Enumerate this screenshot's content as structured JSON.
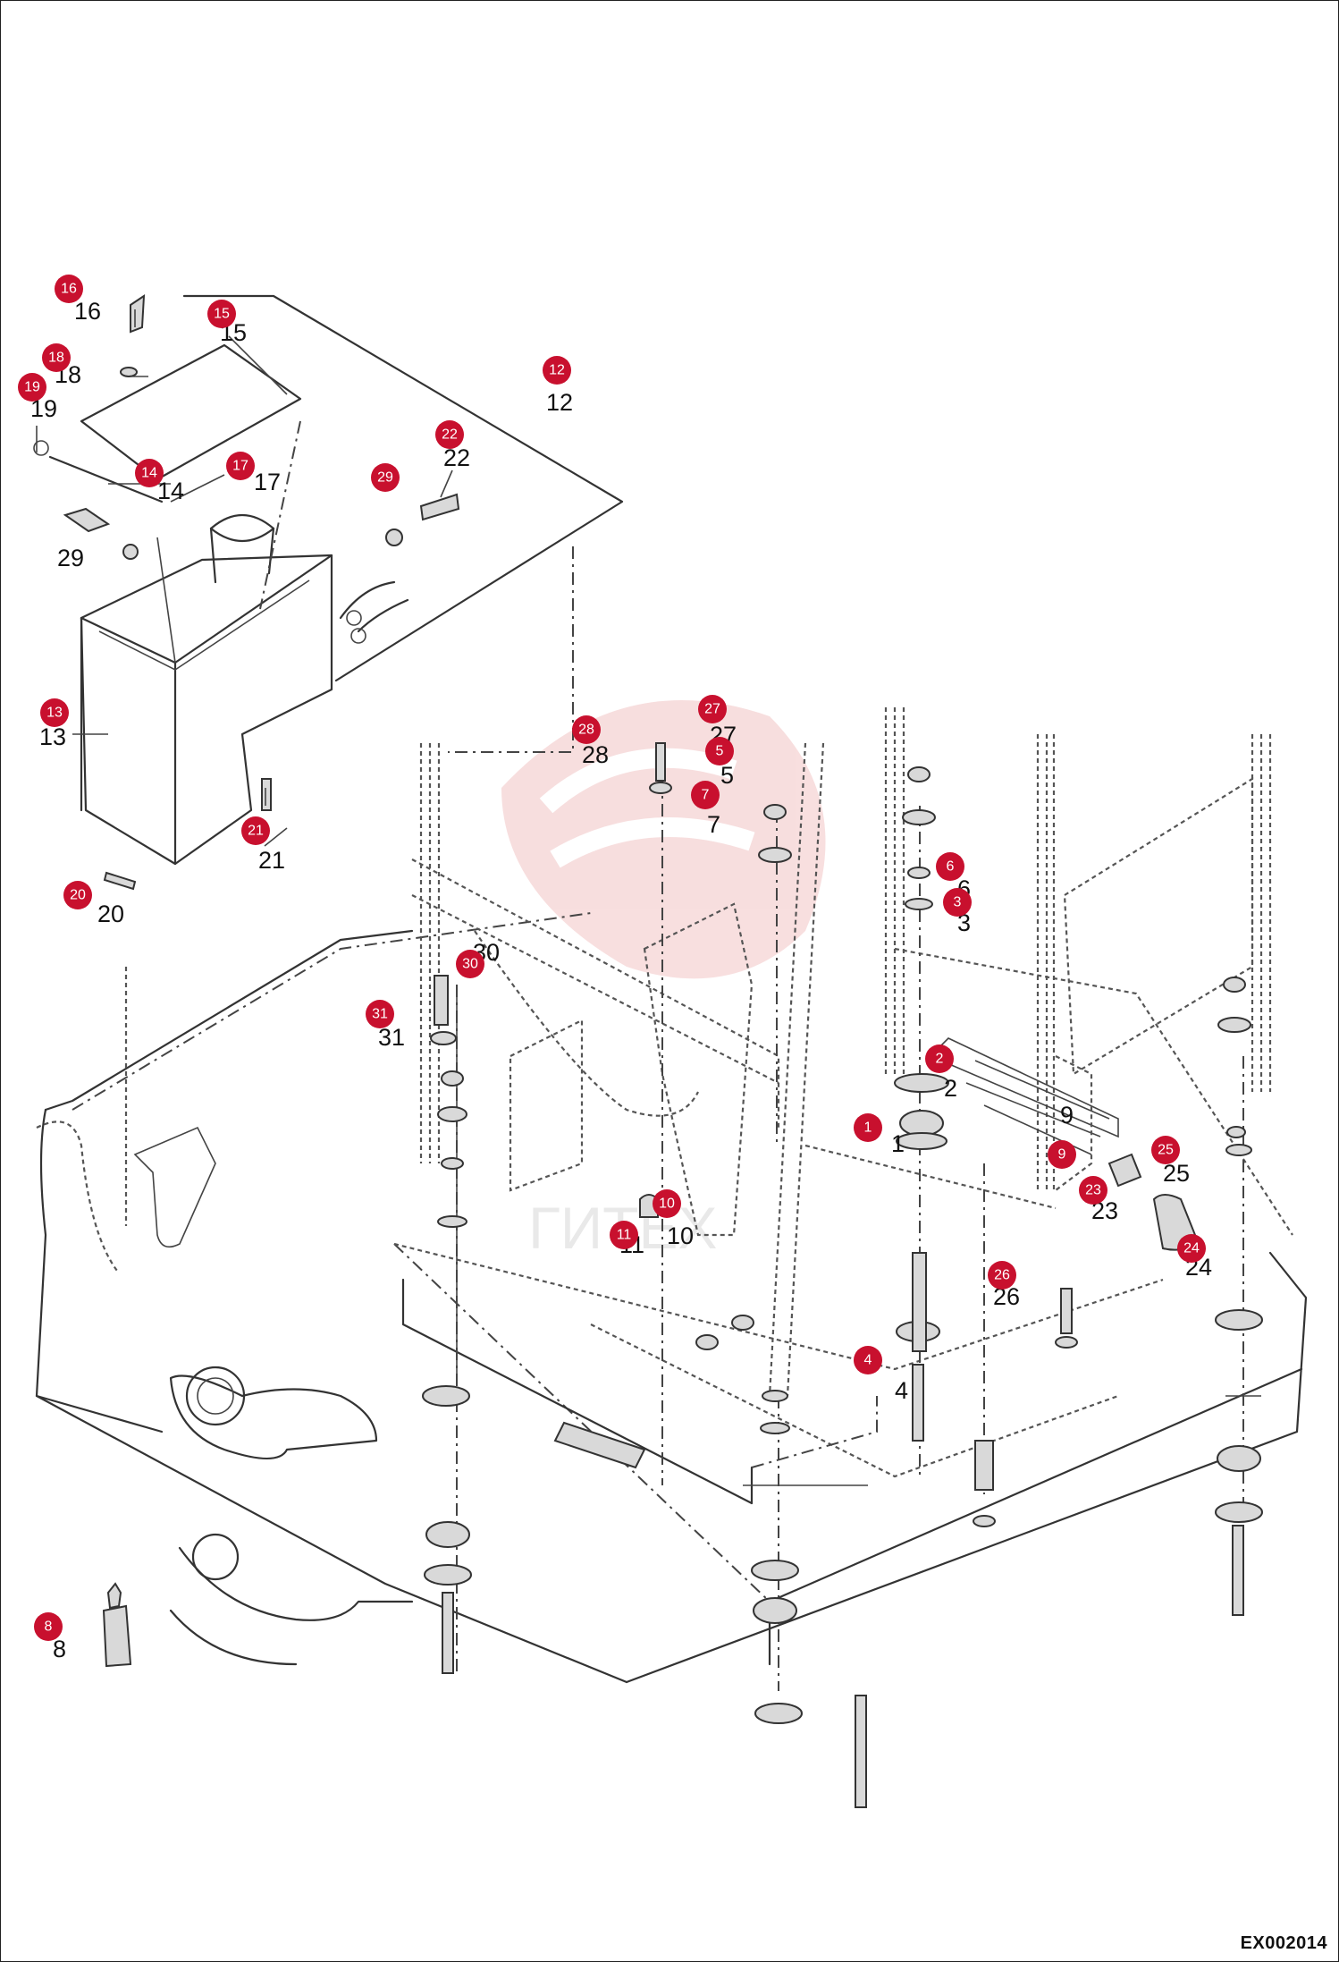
{
  "diagram_code": "EX002014",
  "watermark_text": "ГИТЕХ",
  "colors": {
    "callout": "#c8102e",
    "watermark": "#e8a0a0",
    "line": "#333333"
  },
  "callouts": [
    {
      "id": "16",
      "label": "16"
    },
    {
      "id": "15",
      "label": "15"
    },
    {
      "id": "12",
      "label": "12"
    },
    {
      "id": "18",
      "label": "18"
    },
    {
      "id": "19",
      "label": "19"
    },
    {
      "id": "14",
      "label": "14"
    },
    {
      "id": "17",
      "label": "17"
    },
    {
      "id": "22",
      "label": "22"
    },
    {
      "id": "29",
      "label": "29"
    },
    {
      "id": "13",
      "label": "13"
    },
    {
      "id": "21",
      "label": "21"
    },
    {
      "id": "20",
      "label": "20"
    },
    {
      "id": "27",
      "label": "27"
    },
    {
      "id": "28",
      "label": "28"
    },
    {
      "id": "5",
      "label": "5"
    },
    {
      "id": "7",
      "label": "7"
    },
    {
      "id": "6",
      "label": "6"
    },
    {
      "id": "3",
      "label": "3"
    },
    {
      "id": "30",
      "label": "30"
    },
    {
      "id": "31",
      "label": "31"
    },
    {
      "id": "2",
      "label": "2"
    },
    {
      "id": "1",
      "label": "1"
    },
    {
      "id": "9",
      "label": "9"
    },
    {
      "id": "25",
      "label": "25"
    },
    {
      "id": "23",
      "label": "23"
    },
    {
      "id": "24",
      "label": "24"
    },
    {
      "id": "10",
      "label": "10"
    },
    {
      "id": "11",
      "label": "11"
    },
    {
      "id": "26",
      "label": "26"
    },
    {
      "id": "4",
      "label": "4"
    },
    {
      "id": "8",
      "label": "8"
    }
  ]
}
